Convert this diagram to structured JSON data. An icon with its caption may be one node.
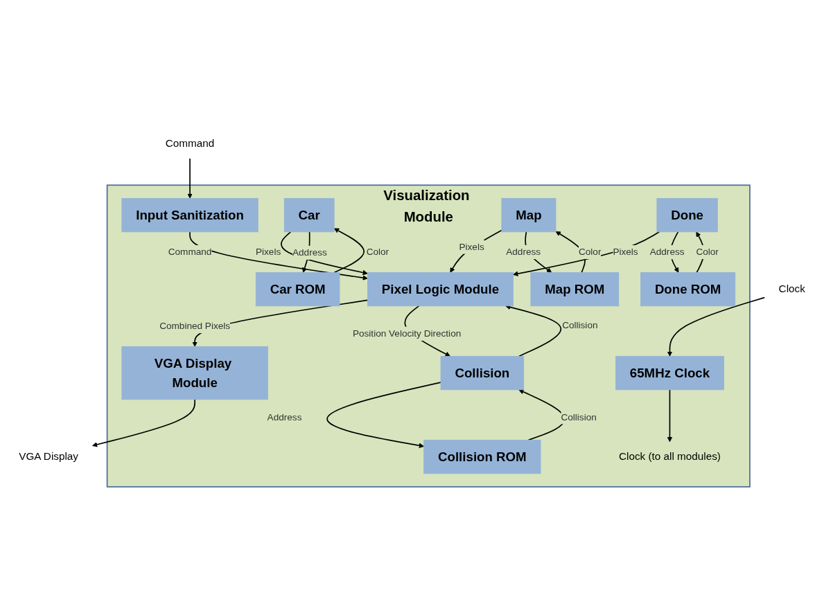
{
  "diagram": {
    "nodes": [
      {
        "text": [
          "Visualization Module"
        ]
      },
      {
        "text": [
          "65MHz Clock"
        ],
        "in": 0
      },
      {
        "text": [
          "VGA Display Module"
        ],
        "in": 0
      },
      {
        "text": [
          "Input Sanitization"
        ],
        "in": 0
      },
      {
        "text": [
          "Pixel Logic Module"
        ],
        "in": 0
      },
      {
        "text": [
          "Collision"
        ],
        "in": 0
      },
      {
        "text": [
          "Car"
        ],
        "in": 0
      },
      {
        "text": [
          "Map"
        ],
        "in": 0
      },
      {
        "text": [
          "Done"
        ],
        "in": 0
      },
      {
        "text": [
          "Collision ROM"
        ],
        "in": 0
      },
      {
        "text": [
          "Car ROM"
        ],
        "in": 0
      },
      {
        "text": [
          "Map ROM"
        ],
        "in": 0
      },
      {
        "text": [
          "Done ROM"
        ],
        "in": 0
      },
      {
        "text": [
          "Clock"
        ]
      },
      {
        "text": [
          "Command"
        ]
      },
      {
        "text": [
          "VGA Display"
        ]
      },
      {
        "text": [
          "Clock (to all modules)"
        ],
        "in": 0
      }
    ],
    "edges": [
      {
        "from": 13,
        "to": 1,
        "arrow": "to"
      },
      {
        "from": 1,
        "to": 16,
        "arrow": "to"
      },
      {
        "from": 14,
        "to": 3,
        "arrow": "to"
      },
      {
        "from": 2,
        "to": 15,
        "arrow": "to"
      },
      {
        "from": 3,
        "to": 4,
        "arrow": "to",
        "label": "Command"
      },
      {
        "from": 4,
        "to": 2,
        "arrow": "to",
        "label": "Combined Pixels"
      },
      {
        "from": 4,
        "to": 5,
        "arrow": "to",
        "label": "Position Velocity Direction"
      },
      {
        "from": 5,
        "to": 4,
        "arrow": "to",
        "label": "Collision"
      },
      {
        "from": 6,
        "to": 4,
        "arrow": "to",
        "label": "Pixels"
      },
      {
        "from": 7,
        "to": 4,
        "arrow": "to",
        "label": "Pixels"
      },
      {
        "from": 8,
        "to": 4,
        "arrow": "to",
        "label": "Pixels"
      },
      {
        "from": 5,
        "to": 9,
        "arrow": "to",
        "label": "Address"
      },
      {
        "from": 9,
        "to": 5,
        "arrow": "to",
        "label": "Collision"
      },
      {
        "from": 6,
        "to": 10,
        "arrow": "to",
        "label": "Address"
      },
      {
        "from": 10,
        "to": 6,
        "arrow": "to",
        "label": "Color"
      },
      {
        "from": 7,
        "to": 11,
        "arrow": "to",
        "label": "Address"
      },
      {
        "from": 11,
        "to": 7,
        "arrow": "to",
        "label": "Color"
      },
      {
        "from": 8,
        "to": 12,
        "arrow": "to",
        "label": "Address"
      },
      {
        "from": 12,
        "to": 8,
        "arrow": "to",
        "label": "Color"
      }
    ]
  }
}
